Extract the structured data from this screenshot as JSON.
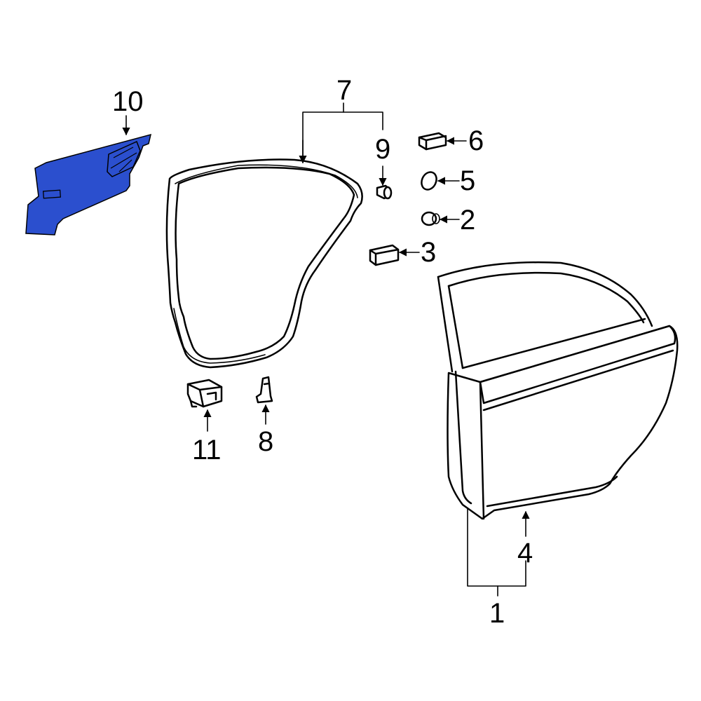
{
  "callouts": {
    "c1": "1",
    "c2": "2",
    "c3": "3",
    "c4": "4",
    "c5": "5",
    "c6": "6",
    "c7": "7",
    "c8": "8",
    "c9": "9",
    "c10": "10",
    "c11": "11"
  },
  "colors": {
    "highlight": "#2b4fce",
    "outline": "#000000",
    "background": "#ffffff"
  }
}
